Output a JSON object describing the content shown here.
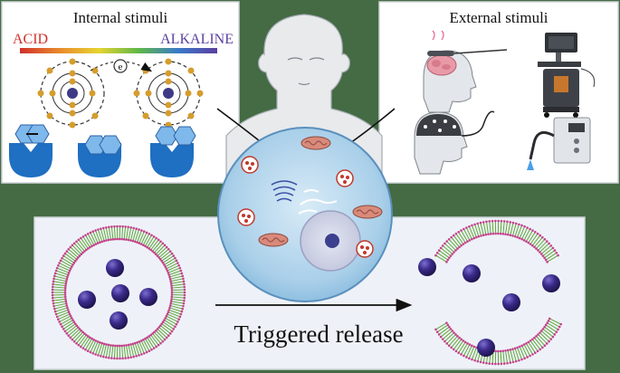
{
  "panels": {
    "internal": {
      "title": "Internal stimuli",
      "acid_label": "ACID",
      "alkaline_label": "ALKALINE",
      "electron_label": "e"
    },
    "external": {
      "title": "External stimuli"
    },
    "release": {
      "caption": "Triggered release"
    }
  },
  "colors": {
    "background": "#446b44",
    "panel_fill": "#ffffff",
    "release_panel_fill": "#eef2f8",
    "acid": "#d0312d",
    "alkaline": "#5b3fa0",
    "nanoparticle": "#3b2a8a",
    "lipid_tail": "#5fa83a",
    "lipid_head": "#c2448a",
    "cell": "#b6d6ee",
    "receptor": "#1f6fc2",
    "ligand": "#7fb8ea"
  },
  "icons": {
    "ph_gradient": "ph-gradient-bar",
    "atoms": "redox-atom-icon",
    "receptors": "receptor-binding-icon",
    "head": "human-head-icon",
    "magnet_head": "magnetic-stimulation-head-icon",
    "eeg_head": "eeg-cap-head-icon",
    "ultrasound_cart": "ultrasound-machine-icon",
    "laser_device": "light-source-device-icon",
    "cell": "cell-icon",
    "liposome_intact": "intact-liposome-icon",
    "liposome_open": "ruptured-liposome-icon"
  }
}
